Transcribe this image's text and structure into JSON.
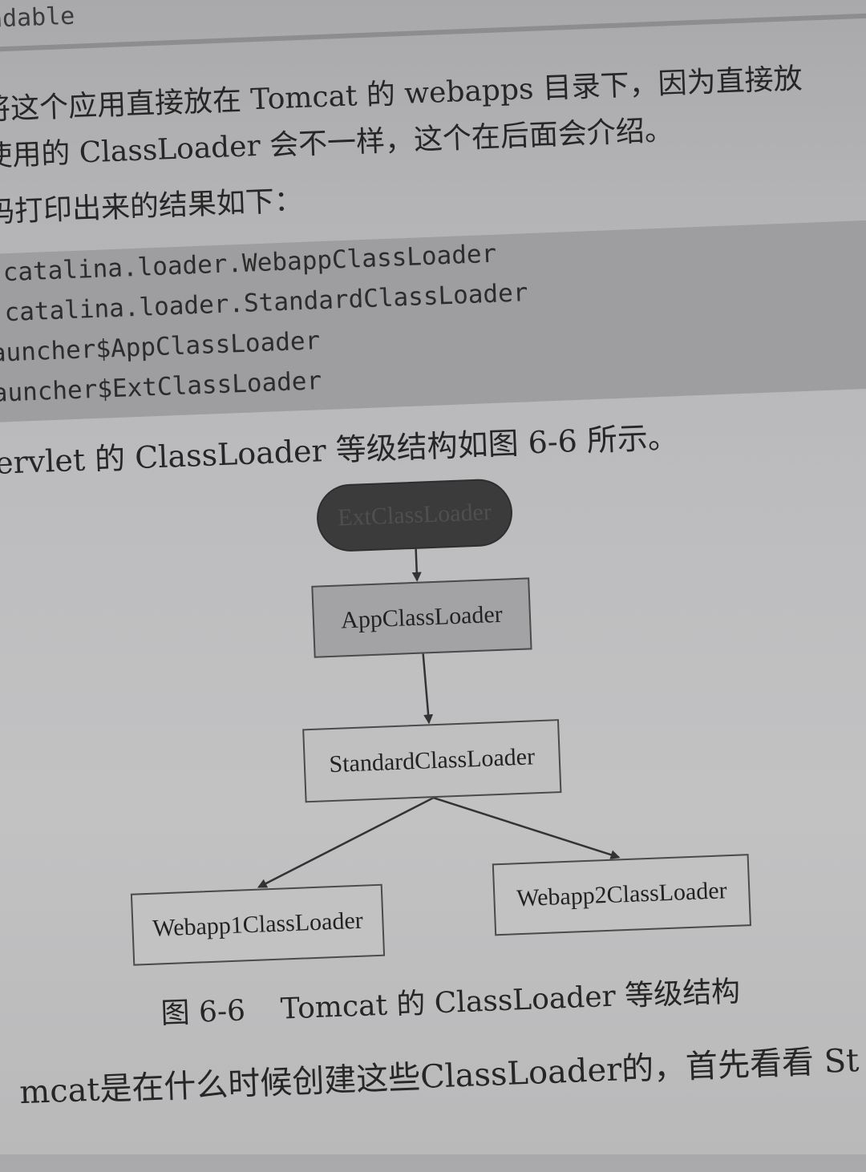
{
  "header_fragment": "oadable",
  "paragraph_1": {
    "line_1": "将这个应用直接放在 Tomcat 的 webapps 目录下，因为直接放",
    "line_2": "使用的 ClassLoader 会不一样，这个在后面会介绍。"
  },
  "paragraph_2": "码打印出来的结果如下：",
  "code_lines": [
    ".catalina.loader.WebappClassLoader",
    ".catalina.loader.StandardClassLoader",
    "auncher$AppClassLoader",
    "auncher$ExtClassLoader"
  ],
  "paragraph_3": "ervlet 的 ClassLoader 等级结构如图 6-6 所示。",
  "diagram": {
    "nodes": {
      "ext": "ExtClassLoader",
      "app": "AppClassLoader",
      "standard": "StandardClassLoader",
      "webapp1": "Webapp1ClassLoader",
      "webapp2": "Webapp2ClassLoader"
    },
    "edges": [
      [
        "ext",
        "app"
      ],
      [
        "app",
        "standard"
      ],
      [
        "standard",
        "webapp1"
      ],
      [
        "standard",
        "webapp2"
      ]
    ]
  },
  "caption": {
    "number": "图 6-6",
    "text": "Tomcat 的 ClassLoader 等级结构"
  },
  "paragraph_4": "mcat是在什么时候创建这些ClassLoader的，首先看看 St"
}
